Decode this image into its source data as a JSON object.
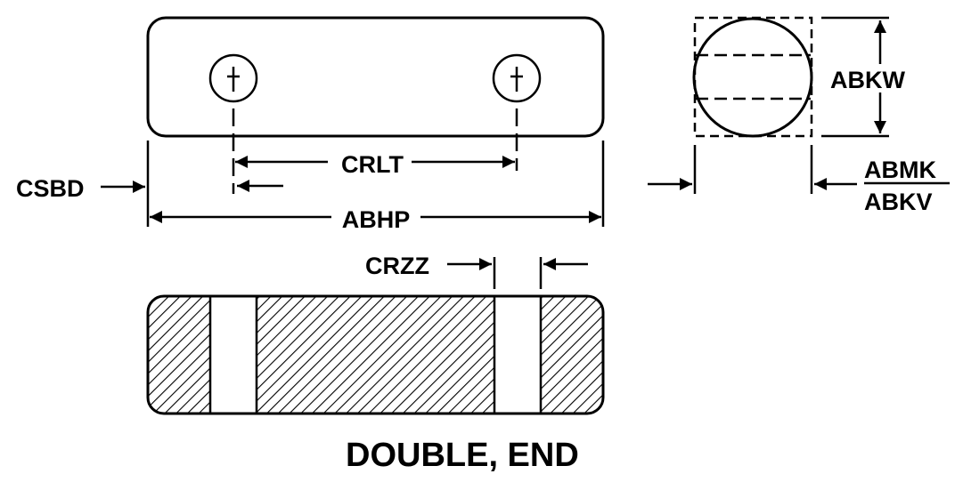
{
  "labels": {
    "crlt": "CRLT",
    "csbd": "CSBD",
    "abhp": "ABHP",
    "abkw": "ABKW",
    "abmk": "ABMK",
    "abkv": "ABKV",
    "crzz": "CRZZ"
  },
  "caption": "DOUBLE, END",
  "colors": {
    "ink": "#000000",
    "paper": "#ffffff"
  }
}
